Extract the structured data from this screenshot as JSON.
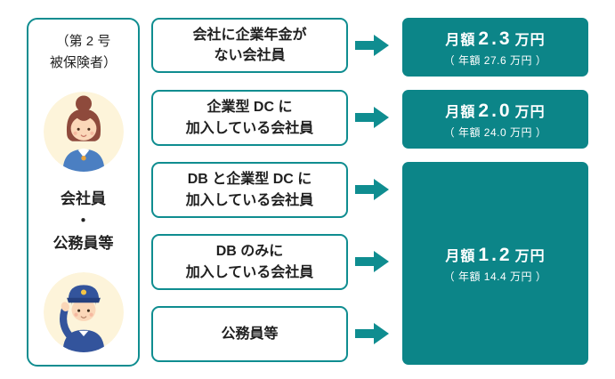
{
  "colors": {
    "accent_teal": "#0f8d90",
    "result_fill": "#0c8588",
    "text_dark": "#222222",
    "avatar_background": "#fdf4da"
  },
  "left_panel": {
    "subtitle_line1": "（第 2 号",
    "subtitle_line2": "被保険者）",
    "title_line1": "会社員",
    "title_separator": "・",
    "title_line2": "公務員等",
    "icons": [
      "female-office-worker-illustration",
      "male-public-servant-illustration"
    ]
  },
  "categories": [
    {
      "line1": "会社に企業年金が",
      "line2": "ない会社員"
    },
    {
      "line1": "企業型 DC に",
      "line2": "加入している会社員"
    },
    {
      "line1": "DB と企業型 DC に",
      "line2": "加入している会社員"
    },
    {
      "line1": "DB のみに",
      "line2": "加入している会社員"
    },
    {
      "line1": "公務員等",
      "line2": ""
    }
  ],
  "arrow_icon": "arrow-right-icon",
  "results": [
    {
      "monthly_prefix": "月額",
      "monthly_value": "2.3",
      "monthly_suffix": "万円",
      "annual": "（ 年額 27.6 万円 ）"
    },
    {
      "monthly_prefix": "月額",
      "monthly_value": "2.0",
      "monthly_suffix": "万円",
      "annual": "（ 年額 24.0 万円 ）"
    },
    {
      "monthly_prefix": "月額",
      "monthly_value": "1.2",
      "monthly_suffix": "万円",
      "annual": "（ 年額 14.4 万円 ）"
    }
  ]
}
